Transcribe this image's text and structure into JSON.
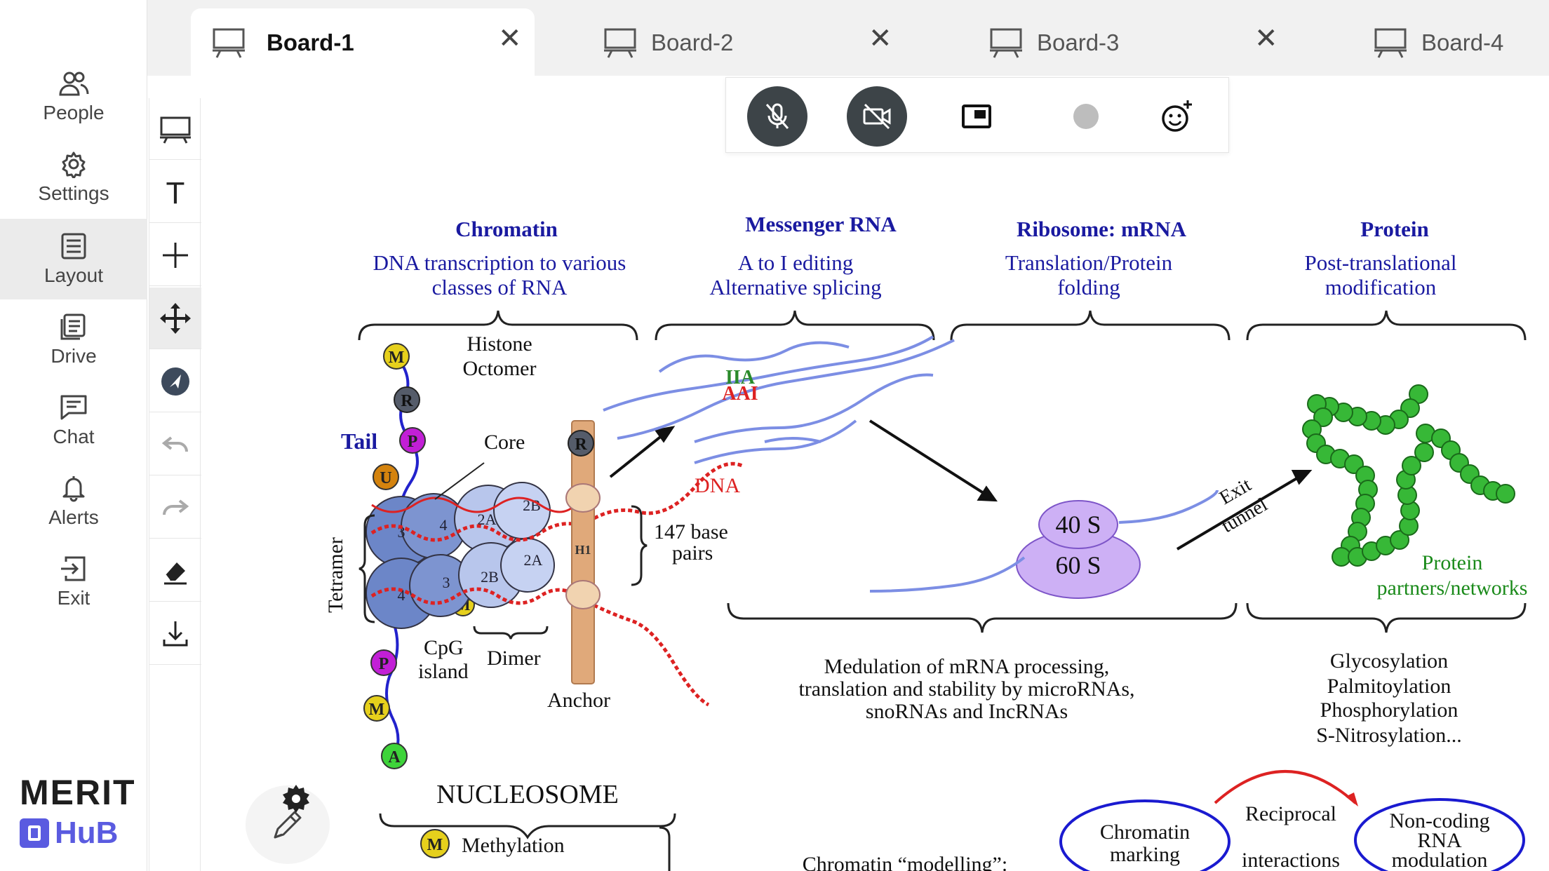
{
  "sidebar": {
    "items": [
      {
        "label": "People",
        "icon": "people-icon"
      },
      {
        "label": "Settings",
        "icon": "gear-icon"
      },
      {
        "label": "Layout",
        "icon": "layout-icon",
        "active": true
      },
      {
        "label": "Drive",
        "icon": "drive-icon"
      },
      {
        "label": "Chat",
        "icon": "chat-icon"
      },
      {
        "label": "Alerts",
        "icon": "bell-icon"
      },
      {
        "label": "Exit",
        "icon": "exit-icon"
      }
    ],
    "brand": {
      "line1": "MERIT",
      "line2": "HuB",
      "accent": "#5a5be0"
    }
  },
  "tabs": [
    {
      "label": "Board-1",
      "active": true,
      "close": "✕"
    },
    {
      "label": "Board-2",
      "active": false,
      "close": "✕"
    },
    {
      "label": "Board-3",
      "active": false,
      "close": "✕"
    },
    {
      "label": "Board-4",
      "active": false
    }
  ],
  "tools": [
    {
      "name": "present-board",
      "icon": "presentation-icon"
    },
    {
      "name": "text",
      "icon": "text-tool-icon",
      "glyph": "T"
    },
    {
      "name": "add",
      "icon": "plus-icon"
    },
    {
      "name": "move",
      "icon": "move-icon",
      "active": true
    },
    {
      "name": "pointer",
      "icon": "pointer-icon"
    },
    {
      "name": "undo",
      "icon": "undo-icon",
      "disabled": true
    },
    {
      "name": "redo",
      "icon": "redo-icon",
      "disabled": true
    },
    {
      "name": "eraser",
      "icon": "eraser-icon"
    },
    {
      "name": "download",
      "icon": "download-icon"
    }
  ],
  "controls": [
    {
      "name": "mute-mic",
      "icon": "mic-off-icon"
    },
    {
      "name": "camera-off",
      "icon": "camera-off-icon"
    },
    {
      "name": "screen-share",
      "icon": "screen-share-icon"
    },
    {
      "name": "record",
      "icon": "record-dot-icon"
    },
    {
      "name": "reactions",
      "icon": "emoji-add-icon"
    }
  ],
  "figure": {
    "columns": [
      {
        "title": "Chromatin",
        "sub1": "DNA transcription to various",
        "sub2": "classes of RNA"
      },
      {
        "title": "Messenger RNA",
        "sub1": "A to I editing",
        "sub2": "Alternative splicing"
      },
      {
        "title": "Ribosome: mRNA",
        "sub1": "Translation/Protein",
        "sub2": "folding"
      },
      {
        "title": "Protein",
        "sub1": "Post-translational",
        "sub2": "modification"
      }
    ],
    "histone_label_1": "Histone",
    "histone_label_2": "Octomer",
    "tail": "Tail",
    "core": "Core",
    "dna": "DNA",
    "base_pairs_1": "147 base",
    "base_pairs_2": "pairs",
    "tetramer": "Tetramer",
    "cpg_1": "CpG",
    "cpg_2": "island",
    "dimer": "Dimer",
    "anchor": "Anchor",
    "h1": "H1",
    "nucleosome": "NUCLEOSOME",
    "methylation": "Methylation",
    "mark_m": "M",
    "mark_r": "R",
    "mark_p": "P",
    "mark_u": "U",
    "mark_a": "A",
    "histone_3": "3",
    "histone_4": "4",
    "histone_2a": "2A",
    "histone_2b": "2B",
    "editing_top": "IIA",
    "editing_bottom": "AAI",
    "ribosome_40": "40 S",
    "ribosome_60": "60 S",
    "exit_1": "Exit",
    "exit_2": "tunnel",
    "protein_1": "Protein",
    "protein_2": "partners/networks",
    "modulation_1": "Medulation of mRNA processing,",
    "modulation_2": "translation and stability by microRNAs,",
    "modulation_3": "snoRNAs and IncRNAs",
    "ptm": [
      "Glycosylation",
      "Palmitoylation",
      "Phosphorylation",
      "S-Nitrosylation..."
    ],
    "chromatin_marking_1": "Chromatin",
    "chromatin_marking_2": "marking",
    "reciprocal": "Reciprocal",
    "interactions": "interactions",
    "noncoding_1": "Non-coding",
    "noncoding_2": "RNA",
    "noncoding_3": "modulation",
    "modelling": "Chromatin “modelling”:"
  }
}
